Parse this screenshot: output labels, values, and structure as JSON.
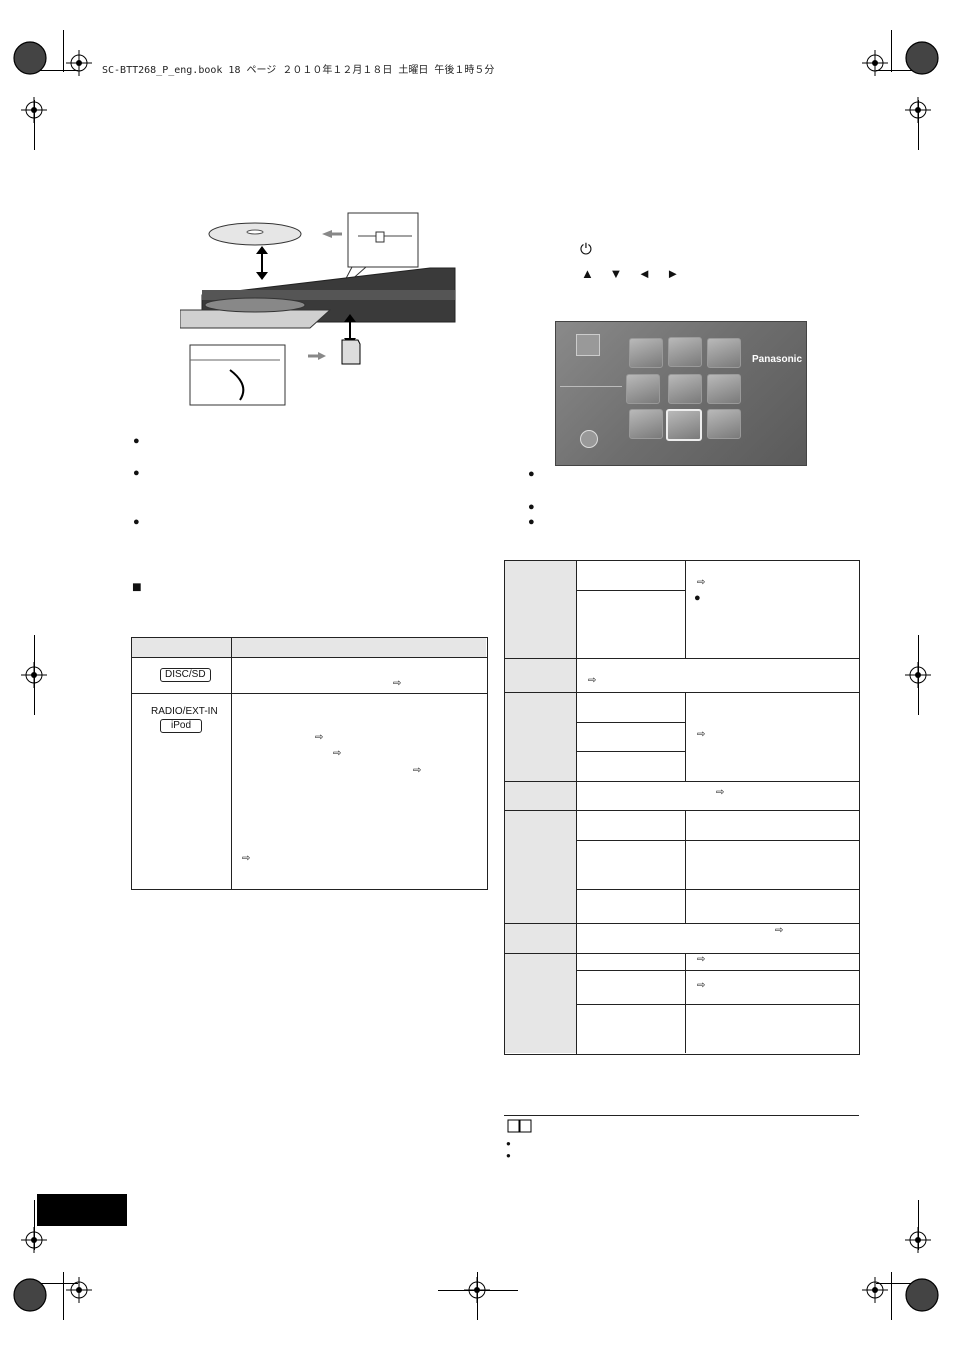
{
  "header": {
    "file_line": "SC-BTT268_P_eng.book  18 ページ  ２０１０年１２月１８日  土曜日  午後１時５分"
  },
  "left": {
    "table": {
      "rows": [
        {
          "key": "DISC/SD"
        },
        {
          "key_top": "RADIO/EXT-IN",
          "key_box": "iPod"
        }
      ]
    }
  },
  "right": {
    "steps": {
      "power_symbol": "⏻",
      "cursor_symbols": "▲ ▼ ◄ ►"
    },
    "home_screen": {
      "brand": "Panasonic"
    }
  },
  "symbols": {
    "bullet": "●",
    "arrow": "⇨",
    "square": "■"
  }
}
